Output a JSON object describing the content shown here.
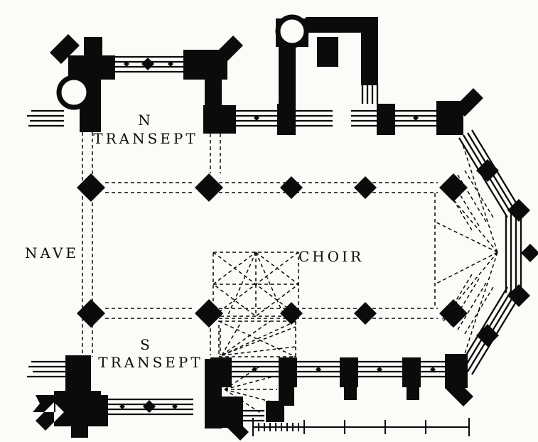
{
  "theme": {
    "ink": "#0b0b0b",
    "paper": "#fbfbf8"
  },
  "plan": {
    "labels": {
      "north_transept": {
        "line1": "N",
        "line2": "TRANSEPT"
      },
      "nave": "NAVE",
      "choir": "CHOIR",
      "south_transept": {
        "line1": "S",
        "line2": "TRANSEPT"
      }
    }
  }
}
